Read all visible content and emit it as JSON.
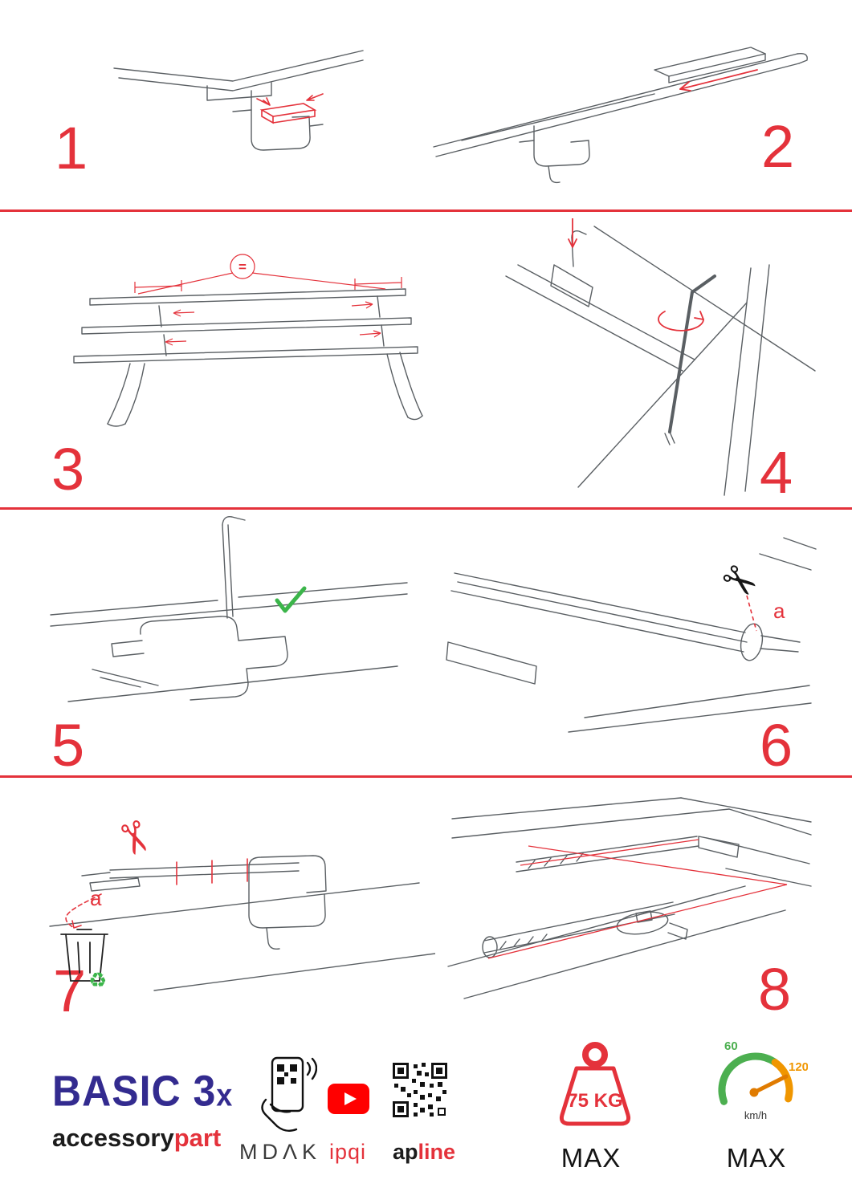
{
  "colors": {
    "accent_red": "#e4323b",
    "brand_blue": "#332b8f",
    "check_green": "#3bb54a",
    "gauge_green": "#4caf50",
    "gauge_orange": "#f09600",
    "youtube_red": "#ff0000",
    "lineart_gray": "#5a5f63"
  },
  "steps": [
    {
      "number": "1"
    },
    {
      "number": "2"
    },
    {
      "number": "3"
    },
    {
      "number": "4"
    },
    {
      "number": "5"
    },
    {
      "number": "6"
    },
    {
      "number": "7"
    },
    {
      "number": "8"
    }
  ],
  "annotations": {
    "equal_sign": "=",
    "label_a": "a",
    "scissors_icon": "✂",
    "recycle_icon": "♻"
  },
  "footer": {
    "product_name": "BASIC 3",
    "product_multiplier": "x",
    "brand_black": "accessory",
    "brand_red": "part",
    "partner_mdak": "MDΛK",
    "partner_ipqi": "ipqi",
    "partner_apline_black": "ap",
    "partner_apline_red": "line",
    "weight_limit": "75 KG",
    "weight_max": "MAX",
    "speed_low": "60",
    "speed_high": "120",
    "speed_unit": "km/h",
    "speed_max": "MAX"
  }
}
